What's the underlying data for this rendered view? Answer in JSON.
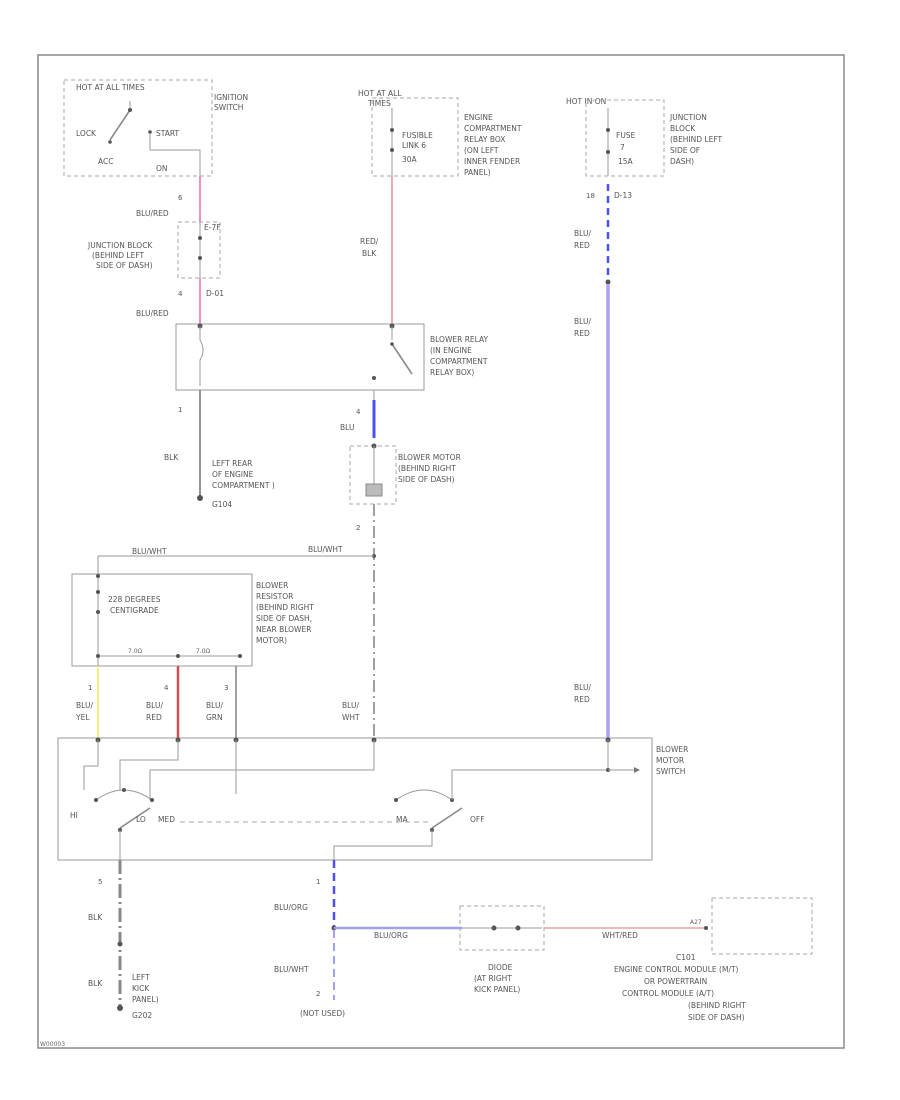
{
  "colors": {
    "pink": "#f090c8",
    "red": "#d05050",
    "lightred": "#f0a0a0",
    "blue": "#5050f0",
    "lightblue": "#a0a0f0",
    "violet": "#b0a0f0",
    "yellow": "#f0f080",
    "gray": "#888888"
  },
  "ignition": {
    "hot_label": "HOT AT ALL TIMES",
    "switch_label": [
      "IGNITION",
      "SWITCH"
    ],
    "lock": "LOCK",
    "start": "START",
    "acc": "ACC",
    "on": "ON"
  },
  "jb_left": {
    "pin_top": "6",
    "wire_top": "BLU/RED",
    "conn_top": "E-7F",
    "label": [
      "JUNCTION BLOCK",
      "(BEHIND LEFT",
      "SIDE OF DASH)"
    ],
    "pin_bottom": "4",
    "conn_bottom": "D-01",
    "wire_bottom": "BLU/RED"
  },
  "engine_box": {
    "hot_label": [
      "HOT AT ALL",
      "TIMES"
    ],
    "fuse": [
      "FUSIBLE",
      "LINK 6",
      "30A"
    ],
    "label": [
      "ENGINE",
      "COMPARTMENT",
      "RELAY BOX",
      "(ON LEFT",
      "INNER FENDER",
      "PANEL)"
    ],
    "wire": [
      "RED/",
      "BLK"
    ]
  },
  "jb_right": {
    "hot_label": "HOT IN ON",
    "fuse": [
      "FUSE",
      "7",
      "15A"
    ],
    "label": [
      "JUNCTION",
      "BLOCK",
      "(BEHIND LEFT",
      "SIDE OF",
      "DASH)"
    ],
    "pin": "18",
    "conn": "D-13",
    "wire_upper": [
      "BLU/",
      "RED"
    ],
    "wire_mid": [
      "BLU/",
      "RED"
    ],
    "wire_lower": [
      "BLU/",
      "RED"
    ]
  },
  "blower_relay": {
    "label": [
      "BLOWER RELAY",
      "(IN ENGINE",
      "COMPARTMENT",
      "RELAY BOX)"
    ],
    "pin_left": "1",
    "pin_right": "4",
    "wire_ground": "BLK",
    "wire_motor": "BLU"
  },
  "ground_g104": {
    "label": [
      "LEFT REAR",
      "OF ENGINE",
      "COMPARTMENT )"
    ],
    "code": "G104"
  },
  "blower_motor": {
    "label": [
      "BLOWER MOTOR",
      "(BEHIND RIGHT",
      "SIDE OF DASH)"
    ],
    "pin_bottom": "2",
    "wire_bottom": "BLU/WHT",
    "wire_top_run": "BLU/WHT"
  },
  "resistor": {
    "fuse_label": [
      "228 DEGREES",
      "CENTIGRADE"
    ],
    "label": [
      "BLOWER",
      "RESISTOR",
      "(BEHIND RIGHT",
      "SIDE OF DASH,",
      "NEAR BLOWER",
      "MOTOR)"
    ],
    "r1": "7.0Ω",
    "r2": "7.0Ω",
    "pins": [
      "1",
      "4",
      "3"
    ],
    "wires": [
      [
        "BLU/",
        "YEL"
      ],
      [
        "BLU/",
        "RED"
      ],
      [
        "BLU/",
        "GRN"
      ]
    ],
    "wire_bw": [
      "BLU/",
      "WHT"
    ]
  },
  "blower_switch": {
    "label": [
      "BLOWER",
      "MOTOR",
      "SWITCH"
    ],
    "hi": "HI",
    "lo": "LO",
    "med": "MED",
    "ma": "MA",
    "off": "OFF",
    "pin_left": "5",
    "pin_right": "1"
  },
  "ground_g202": {
    "wire_top": "BLK",
    "wire_bottom": "BLK",
    "label": [
      "LEFT",
      "KICK",
      "PANEL)"
    ],
    "code": "G202"
  },
  "ecm_run": {
    "wire_upper": "BLU/ORG",
    "wire_lower": "BLU/WHT",
    "pin_lower": "2",
    "not_used": "(NOT USED)",
    "wire_run": "BLU/ORG",
    "diode": "DIODE",
    "diode_loc": [
      "(AT RIGHT",
      "KICK PANEL)"
    ],
    "wire_ecm": "WHT/RED",
    "ecm_pin": "A27",
    "ecm_conn": "C101",
    "ecm_label": [
      "ENGINE CONTROL MODULE (M/T)",
      "OR POWERTRAIN",
      "CONTROL MODULE (A/T)",
      "(BEHIND RIGHT",
      "SIDE OF DASH)"
    ]
  },
  "footer_code": "W00003"
}
